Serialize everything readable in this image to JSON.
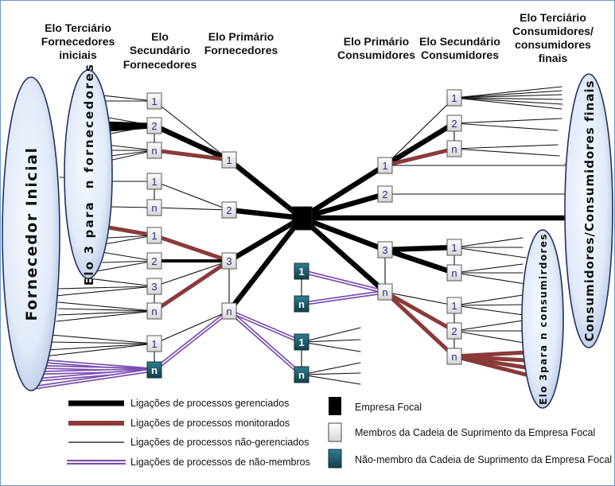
{
  "headers": {
    "tertiary_suppliers": [
      "Elo Terciário",
      "Fornecedores",
      "iniciais"
    ],
    "secondary_suppliers": [
      "Elo",
      "Secundário",
      "Fornecedores"
    ],
    "primary_suppliers": [
      "Elo Primário",
      "Fornecedores"
    ],
    "primary_consumers": [
      "Elo Primário",
      "Consumidores"
    ],
    "secondary_consumers": [
      "Elo Secundário",
      "Consumidores"
    ],
    "tertiary_consumers": [
      "Elo Terciário",
      "Consumidores/",
      "consumidores",
      "finais"
    ]
  },
  "ellipses": {
    "initial_supplier": "Fornecedor Inicial",
    "tier3_suppliers": "Elo 3 para  n fornecedores",
    "final_consumers": "Consumidores/Consumidores finais",
    "tier3_consumers": "Elo 3para n consumirdores"
  },
  "nodes": {
    "supplier_secondary": [
      "1",
      "2",
      "n",
      "1",
      "n",
      "1",
      "2",
      "3",
      "n",
      "1",
      "n"
    ],
    "supplier_primary": [
      "1",
      "2",
      "3",
      "n"
    ],
    "consumer_primary": [
      "1",
      "2",
      "3",
      "n"
    ],
    "consumer_secondary": [
      "1",
      "2",
      "n",
      "1",
      "n",
      "1",
      "2",
      "n"
    ],
    "non_members_middle": [
      "1",
      "n",
      "1",
      "n"
    ]
  },
  "legend": {
    "lines": [
      {
        "label": "Ligações  de processos gerenciados",
        "type": "managed"
      },
      {
        "label": "Ligações de processos monitorados",
        "type": "monitored"
      },
      {
        "label": "Ligações de processos não-gerenciados",
        "type": "unmanaged"
      },
      {
        "label": "Ligações de processos de não-membros",
        "type": "non-member"
      }
    ],
    "boxes": [
      {
        "label": "Empresa Focal",
        "type": "focal"
      },
      {
        "label": "Membros da Cadeia de Suprimento da Empresa Focal",
        "type": "member"
      },
      {
        "label": "Não-membro da Cadeia de Suprimento da Empresa Focal",
        "type": "non-member"
      }
    ]
  },
  "colors": {
    "managed": "#000000",
    "monitored": "#8b3a3a",
    "unmanaged": "#111111",
    "non_member": "#7a4fb0",
    "non_member_node": "#1d5a68",
    "frame": "#6d97cf"
  }
}
